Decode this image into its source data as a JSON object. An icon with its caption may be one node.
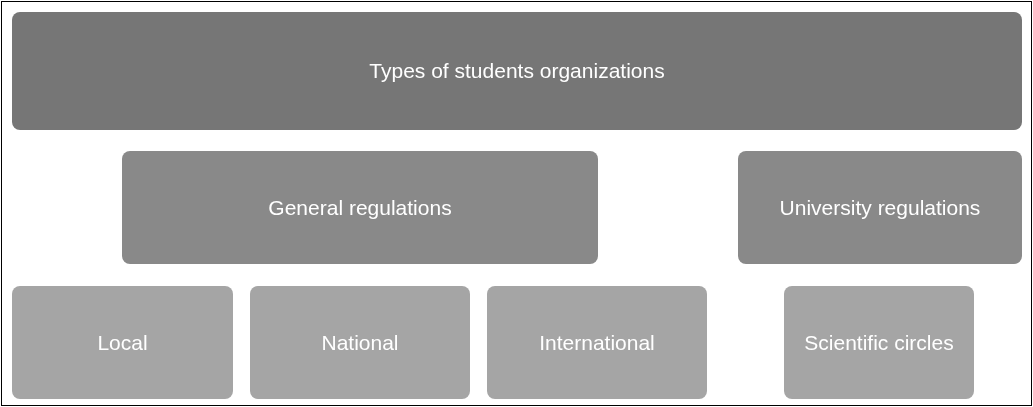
{
  "diagram": {
    "nodes": [
      {
        "text": [
          "Types of students organizations"
        ]
      },
      {
        "text": [
          "General regulations"
        ]
      },
      {
        "text": [
          "University regulations"
        ]
      },
      {
        "text": [
          "Local"
        ]
      },
      {
        "text": [
          "National"
        ]
      },
      {
        "text": [
          "International"
        ]
      },
      {
        "text": [
          "Scientific circles"
        ]
      }
    ]
  }
}
